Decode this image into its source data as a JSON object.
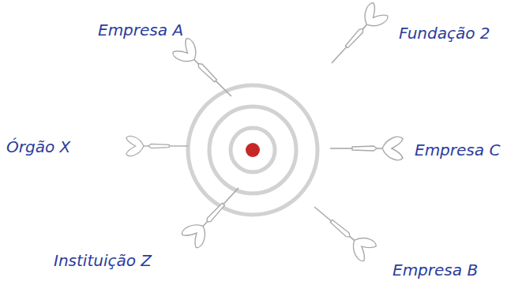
{
  "diagram": {
    "labels": [
      "Empresa A",
      "Fundação 2",
      "Órgão X",
      "Empresa C",
      "Instituição Z",
      "Empresa B"
    ]
  }
}
